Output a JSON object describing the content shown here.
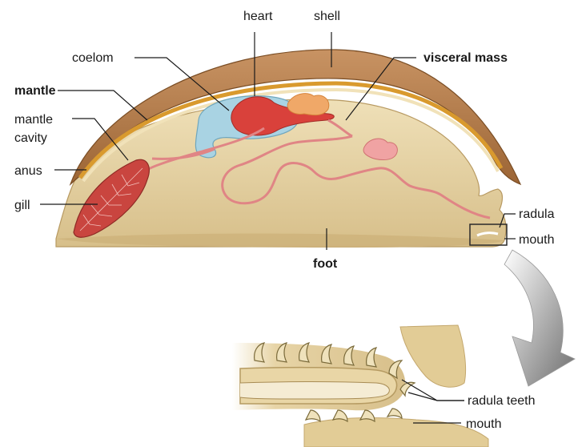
{
  "labels": {
    "heart": "heart",
    "shell": "shell",
    "coelom": "coelom",
    "visceral_mass": "visceral mass",
    "mantle": "mantle",
    "mantle_cavity_line1": "mantle",
    "mantle_cavity_line2": "cavity",
    "anus": "anus",
    "gill": "gill",
    "radula": "radula",
    "mouth": "mouth",
    "foot": "foot",
    "radula_teeth": "radula teeth",
    "mouth_detail": "mouth"
  },
  "colors": {
    "shell": "#b07a45",
    "mantle_stripe": "#d99a2e",
    "body": "#e9d6a6",
    "foot": "#ddc48f",
    "gill": "#c9453f",
    "vessel": "#e08585",
    "coelom": "#a9d3e3",
    "gonad": "#f0a868",
    "arrow": "#8a8a8a"
  }
}
